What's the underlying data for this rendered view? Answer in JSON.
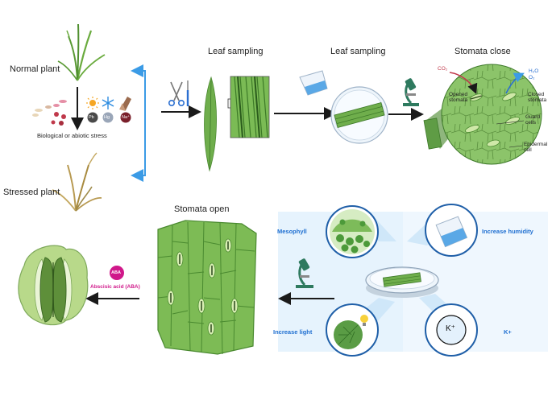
{
  "top_row": {
    "normal_plant": "Normal plant",
    "stress_label": "Biological or abiotic stress",
    "stressed_plant": "Stressed plant",
    "step1_title": "Leaf sampling",
    "step2_title": "Leaf sampling",
    "step3_title": "Stomata close",
    "ions": {
      "pb": "Pb",
      "hg": "Hg",
      "na": "Na⁺"
    },
    "stomata_close_labels": {
      "co2": "CO₂",
      "h2o": "H₂O",
      "o2": "O₂",
      "opened": [
        "Opened",
        "stomata"
      ],
      "closed": [
        "Closed",
        "stomata"
      ],
      "guard": [
        "Guard",
        "cells"
      ],
      "epidermal": [
        "Epidermal",
        "cell"
      ]
    }
  },
  "bottom_row": {
    "stomata_open_title": "Stomata open",
    "aba_badge": "ABA",
    "aba_label": "Abscisic acid (ABA)",
    "factors": {
      "mesophyll": "Mesophyll",
      "humidity": "Increase humidity",
      "light": "Increase light",
      "potassium": "K+",
      "k_symbol": "K⁺"
    }
  },
  "colors": {
    "arrow": "#1a1a1a",
    "bracket": "#3b9be6",
    "leaf_green": "#6fae4c",
    "cell_green": "#8cc46a",
    "light_blue_panel": "#dbeefc",
    "factor_text": "#1f6fd1",
    "aba_pink": "#d0188a"
  }
}
